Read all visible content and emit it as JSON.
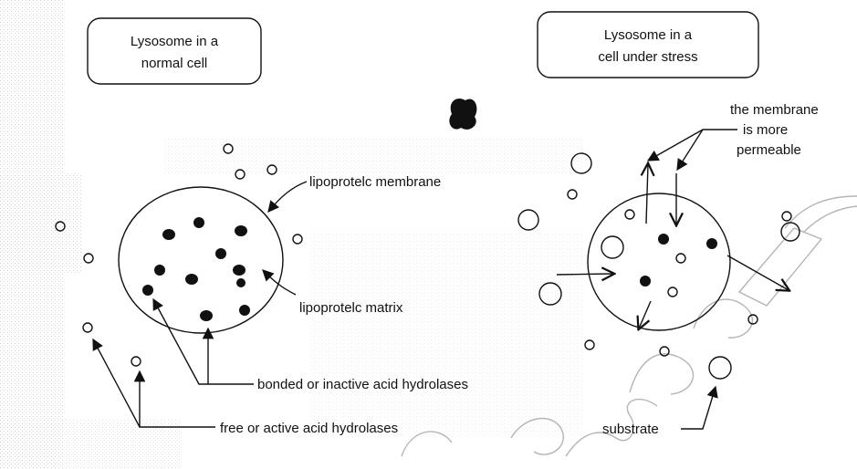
{
  "boxes": {
    "normal_line1": "Lysosome in a",
    "normal_line2": "normal cell",
    "stress_line1": "Lysosome in a",
    "stress_line2": "cell under stress"
  },
  "labels": {
    "membrane": "lipoprotelc membrane",
    "matrix": "lipoprotelc matrix",
    "bonded": "bonded or inactive acid hydrolases",
    "free": "free or active acid hydrolases",
    "permeable_line1": "the membrane",
    "permeable_line2": "is more",
    "permeable_line3": "permeable",
    "substrate": "substrate"
  },
  "colors": {
    "ink": "#111111",
    "watermark": "#b5b5b5",
    "speckle": "#c8c8c8"
  }
}
